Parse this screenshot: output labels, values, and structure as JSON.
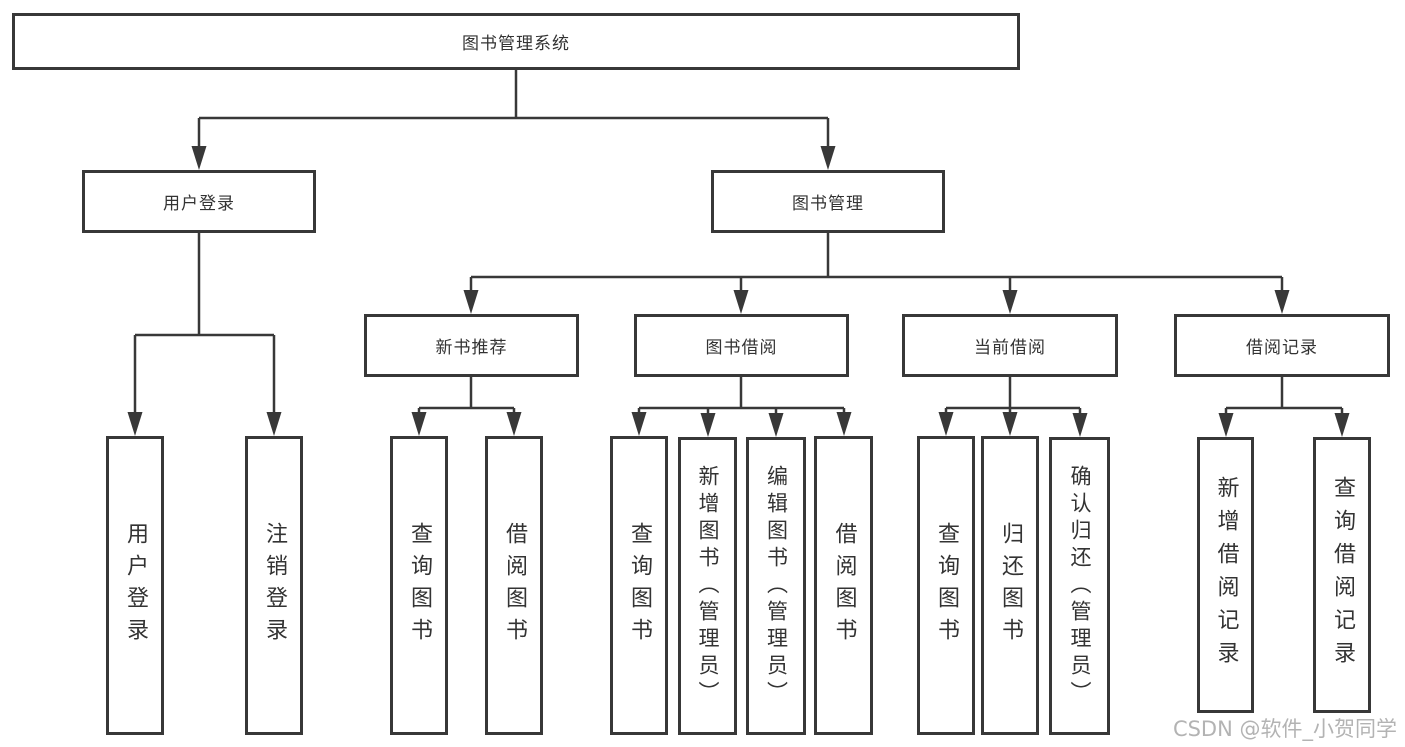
{
  "nodes": {
    "root": "图书管理系统",
    "login": "用户登录",
    "management": "图书管理",
    "new_books": "新书推荐",
    "book_borrow": "图书借阅",
    "current_borrow": "当前借阅",
    "borrow_records": "借阅记录",
    "login_user": "用户登录",
    "login_logout": "注销登录",
    "new_query": "查询图书",
    "new_borrow": "借阅图书",
    "borrow_query": "查询图书",
    "borrow_add": "新增图书（管理员）",
    "borrow_edit": "编辑图书（管理员）",
    "borrow_do": "借阅图书",
    "current_query": "查询图书",
    "current_return": "归还图书",
    "current_confirm": "确认归还（管理员）",
    "records_add": "新增借阅记录",
    "records_query": "查询借阅记录"
  },
  "hierarchy": {
    "图书管理系统": [
      "用户登录",
      "图书管理"
    ],
    "用户登录": [
      "用户登录",
      "注销登录"
    ],
    "图书管理": [
      "新书推荐",
      "图书借阅",
      "当前借阅",
      "借阅记录"
    ],
    "新书推荐": [
      "查询图书",
      "借阅图书"
    ],
    "图书借阅": [
      "查询图书",
      "新增图书（管理员）",
      "编辑图书（管理员）",
      "借阅图书"
    ],
    "当前借阅": [
      "查询图书",
      "归还图书",
      "确认归还（管理员）"
    ],
    "借阅记录": [
      "新增借阅记录",
      "查询借阅记录"
    ]
  },
  "watermark": "CSDN @软件_小贺同学",
  "colors": {
    "line": "#383838",
    "text": "#333333",
    "watermark": "#b3b3b3",
    "background": "#ffffff"
  }
}
